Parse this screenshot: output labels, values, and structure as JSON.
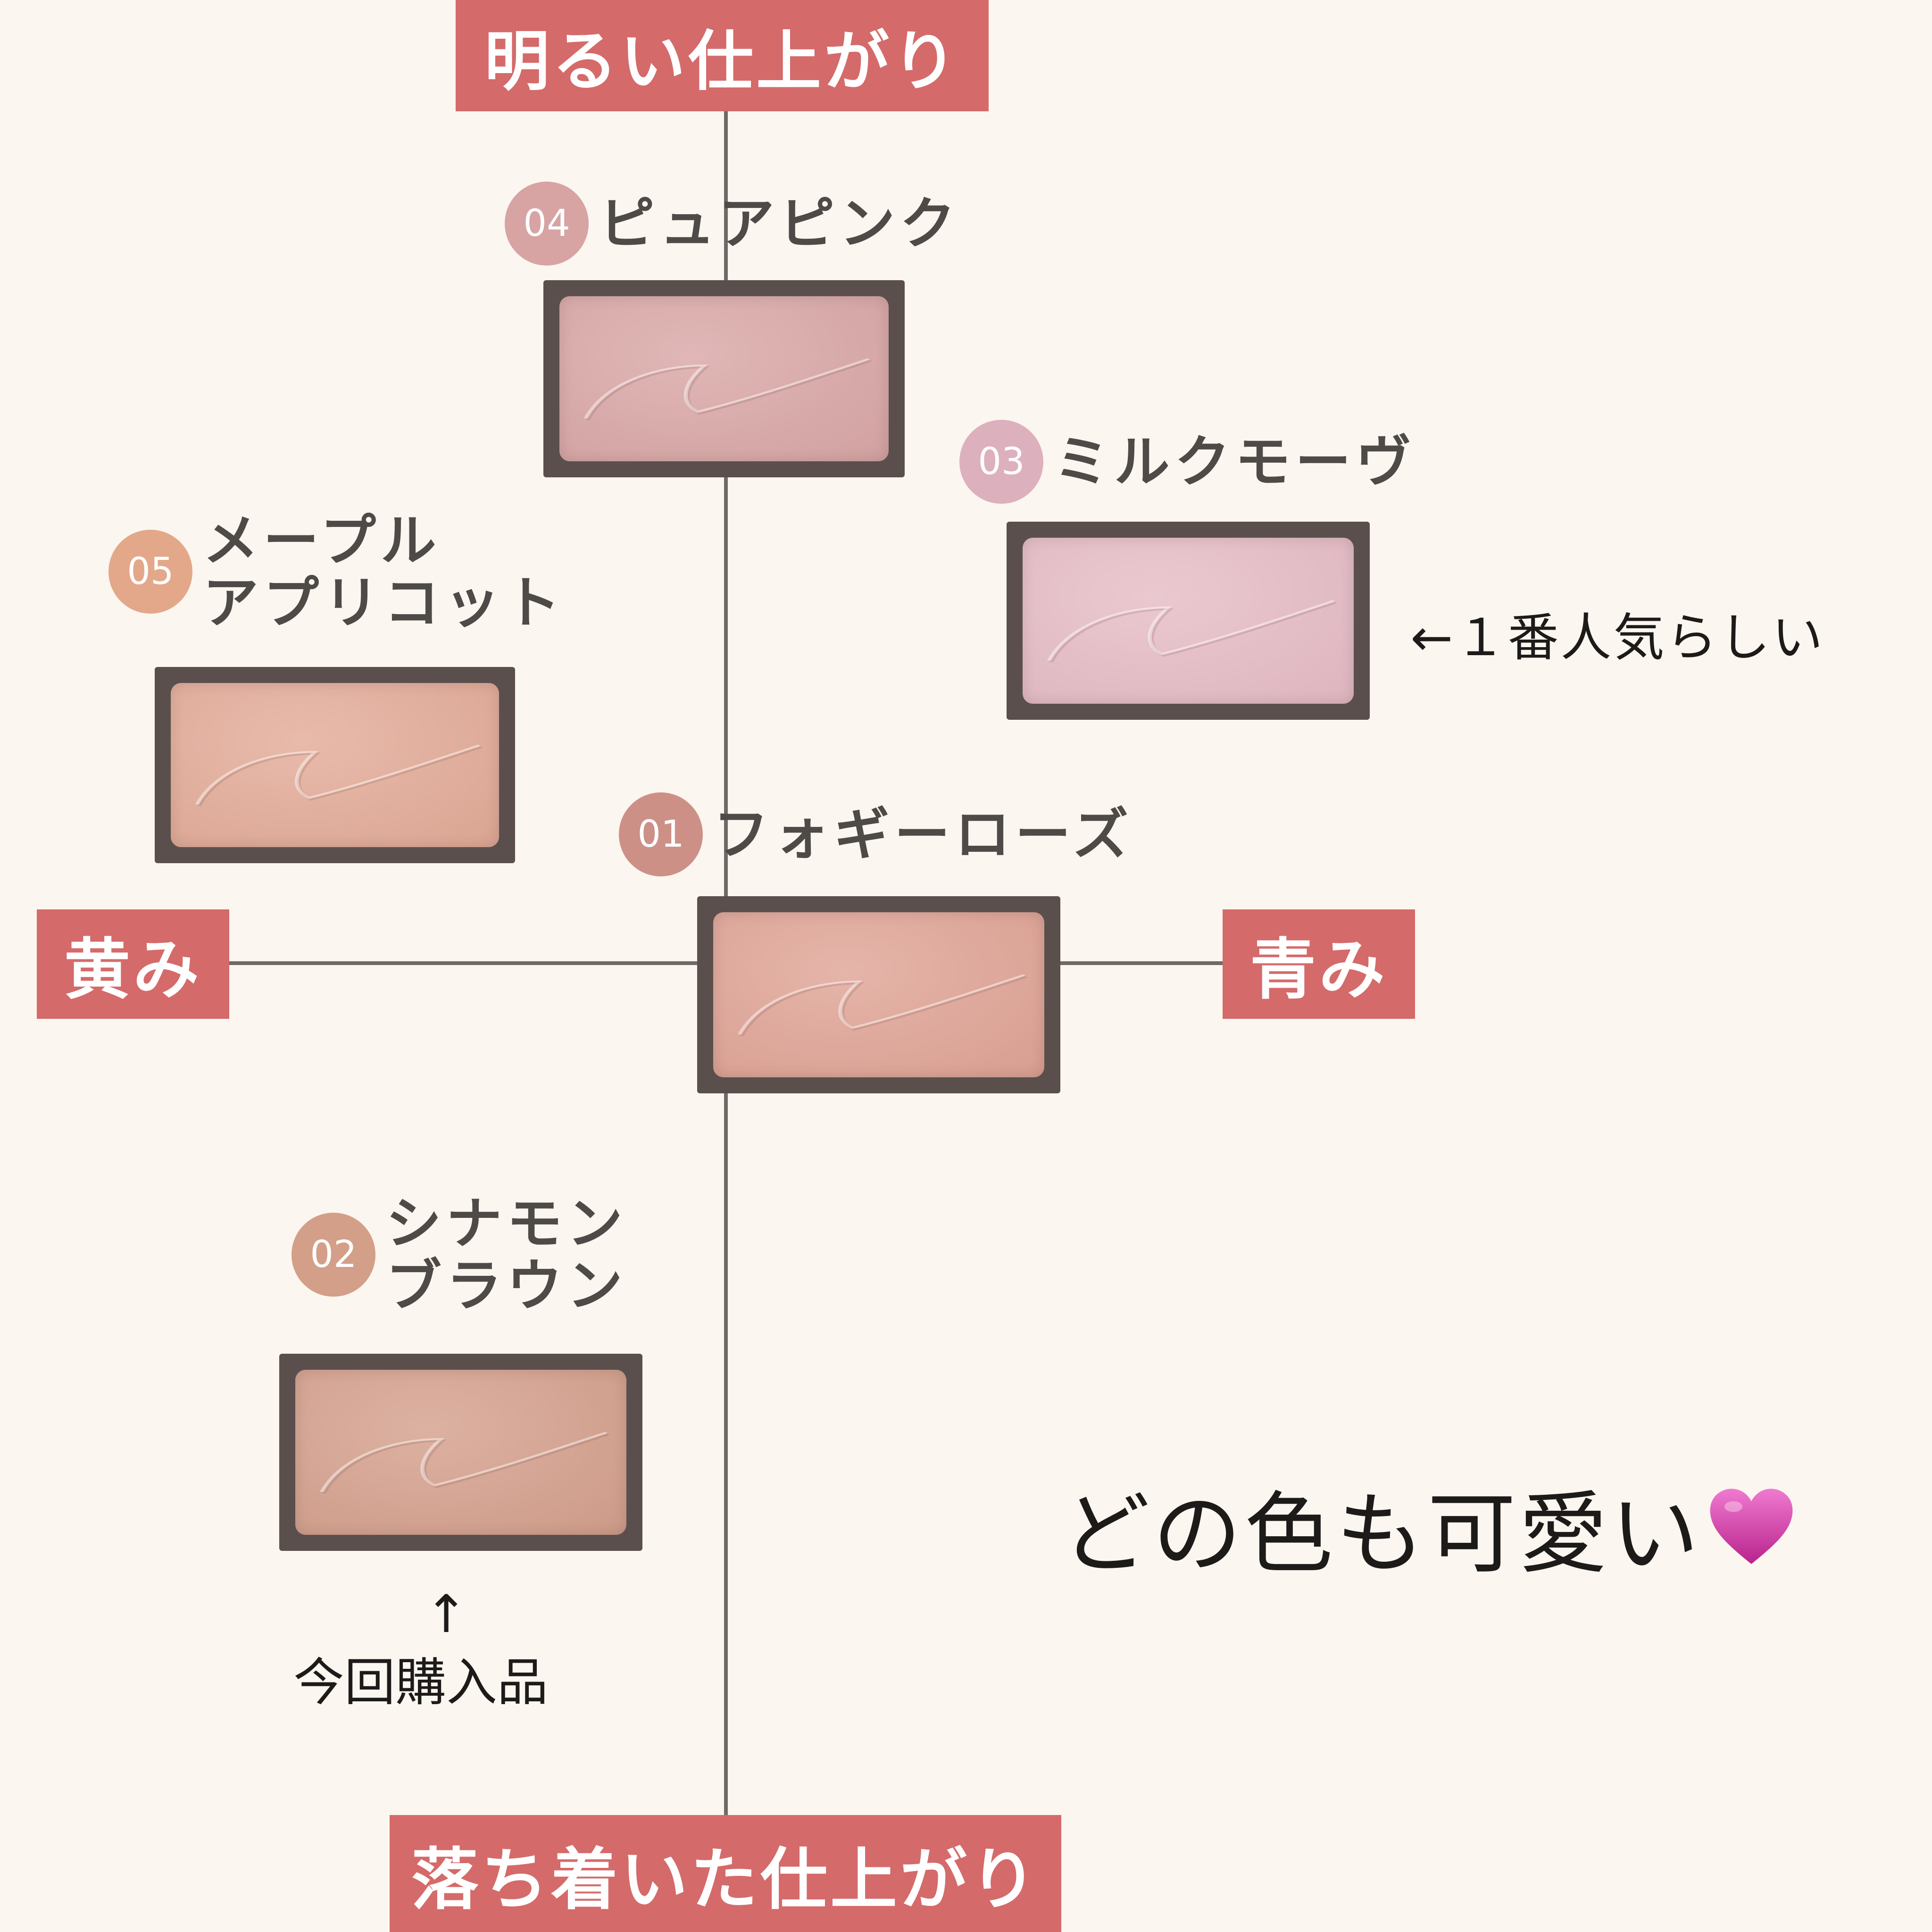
{
  "axis_labels": {
    "top": "明るい仕上がり",
    "bottom": "落ち着いた仕上がり",
    "left": "黄み",
    "right": "青み"
  },
  "shades": [
    {
      "number": "04",
      "name_line1": "ピュアピンク",
      "name_line2": "",
      "circle_color": "#d7a3a3",
      "pan_color": "#d9a7a6"
    },
    {
      "number": "03",
      "name_line1": "ミルクモーヴ",
      "name_line2": "",
      "circle_color": "#ddb0be",
      "pan_color": "#e6bcc6"
    },
    {
      "number": "05",
      "name_line1": "メープル",
      "name_line2": "アプリコット",
      "circle_color": "#e3a88a",
      "pan_color": "#e3ab98"
    },
    {
      "number": "01",
      "name_line1": "フォギーローズ",
      "name_line2": "",
      "circle_color": "#cd9087",
      "pan_color": "#e0a496"
    },
    {
      "number": "02",
      "name_line1": "シナモン",
      "name_line2": "ブラウン",
      "circle_color": "#d39f88",
      "pan_color": "#d5a08d"
    }
  ],
  "notes": {
    "popular": "←１番人気らしい",
    "arrow_up": "↑",
    "purchase": "今回購入品",
    "cute": "どの色も可愛い"
  },
  "icons": {
    "heart": "purple-heart-icon",
    "heart_color": "#d23fa6"
  }
}
